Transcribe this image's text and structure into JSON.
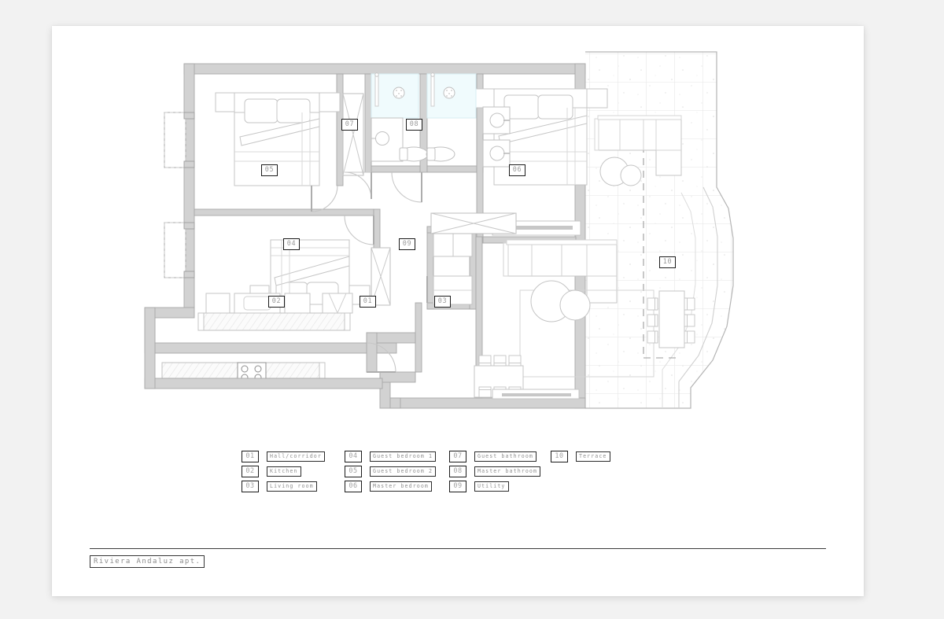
{
  "document": {
    "title": "Riviera Andaluz apt.",
    "type": "architectural-floor-plan",
    "paper_color": "#ffffff",
    "background_color": "#f2f2f2",
    "line_color": "#3b3b3b",
    "wall_fill": "#d2d2d2",
    "furniture_line": "#bdbdbd",
    "tag_text_color": "#9a9a9a"
  },
  "legend": {
    "columns": [
      {
        "entries": [
          {
            "number": "01",
            "label": "Hall/corridor"
          },
          {
            "number": "02",
            "label": "Kitchen"
          },
          {
            "number": "03",
            "label": "Living room"
          }
        ]
      },
      {
        "entries": [
          {
            "number": "04",
            "label": "Guest bedroom 1"
          },
          {
            "number": "05",
            "label": "Guest bedroom 2"
          },
          {
            "number": "06",
            "label": "Master bedroom"
          }
        ]
      },
      {
        "entries": [
          {
            "number": "07",
            "label": "Guest bathroom"
          },
          {
            "number": "08",
            "label": "Master bathroom"
          },
          {
            "number": "09",
            "label": "Utility"
          }
        ]
      },
      {
        "entries": [
          {
            "number": "10",
            "label": "Terrace"
          }
        ]
      }
    ]
  },
  "rooms": [
    {
      "id": "01",
      "name": "Hall/corridor"
    },
    {
      "id": "02",
      "name": "Kitchen"
    },
    {
      "id": "03",
      "name": "Living room"
    },
    {
      "id": "04",
      "name": "Guest bedroom 1"
    },
    {
      "id": "05",
      "name": "Guest bedroom 2"
    },
    {
      "id": "06",
      "name": "Master bedroom"
    },
    {
      "id": "07",
      "name": "Guest bathroom"
    },
    {
      "id": "08",
      "name": "Master bathroom"
    },
    {
      "id": "09",
      "name": "Utility"
    },
    {
      "id": "10",
      "name": "Terrace"
    }
  ],
  "plan_tags": {
    "t01": "01",
    "t02": "02",
    "t03": "03",
    "t04": "04",
    "t05": "05",
    "t06": "06",
    "t07": "07",
    "t08": "08",
    "t09": "09",
    "t10": "10"
  }
}
